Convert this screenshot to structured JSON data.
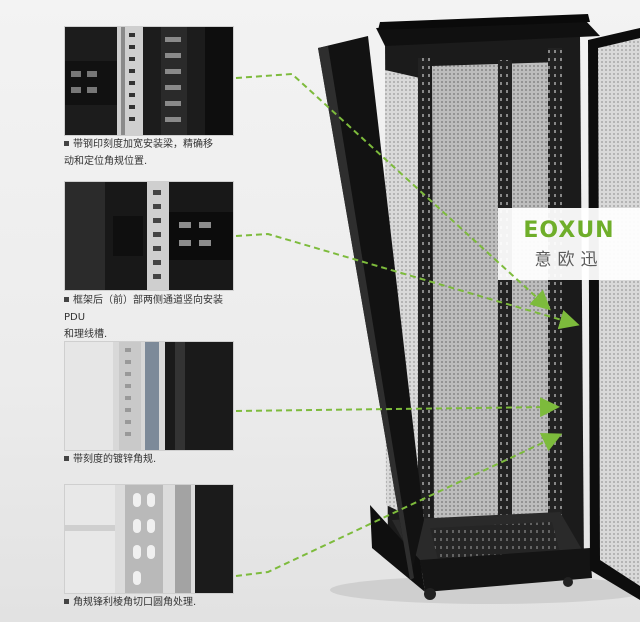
{
  "brand": {
    "name_en": "EOXUN",
    "name_cn": "意欧迅",
    "color": "#6fae2a"
  },
  "colors": {
    "arrow": "#7dbb3c",
    "cabinet": "#151515"
  },
  "features": [
    {
      "icon": "rail-closeup",
      "caption_line1": "带钢印刻度加宽安装梁，精确移",
      "caption_line2": "动和定位角规位置."
    },
    {
      "icon": "mounting-bracket",
      "caption_line1": "框架后（前）部两侧通道竖向安装PDU",
      "caption_line2": "和理线槽."
    },
    {
      "icon": "galvanized-rail",
      "caption_line1": "带刻度的镀锌角规.",
      "caption_line2": ""
    },
    {
      "icon": "rounded-corner",
      "caption_line1": "角规锋利棱角切口圆角处理.",
      "caption_line2": ""
    }
  ]
}
